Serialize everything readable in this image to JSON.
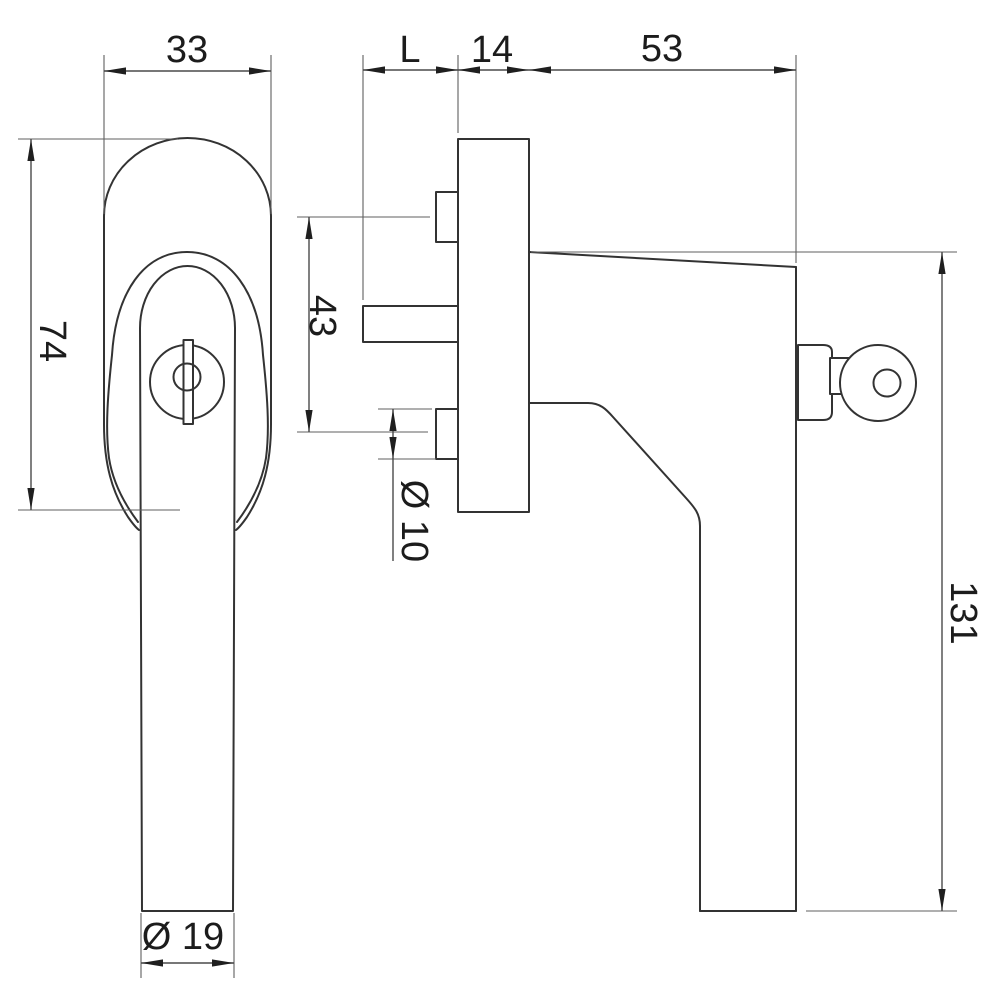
{
  "drawing": {
    "subject": "Window handle dimension drawing",
    "units": "mm",
    "background_color": "#ffffff",
    "line_color": "#333333",
    "views": {
      "front": "front-view",
      "side": "side-view"
    },
    "dimensions": {
      "head_width": "33",
      "spindle_length": "L",
      "plate_thickness": "14",
      "grip_depth": "53",
      "rosette_height": "74",
      "screw_spacing": "43",
      "screw_hole_diameter": "Ø 10",
      "total_height": "131",
      "grip_diameter": "Ø 19"
    }
  }
}
